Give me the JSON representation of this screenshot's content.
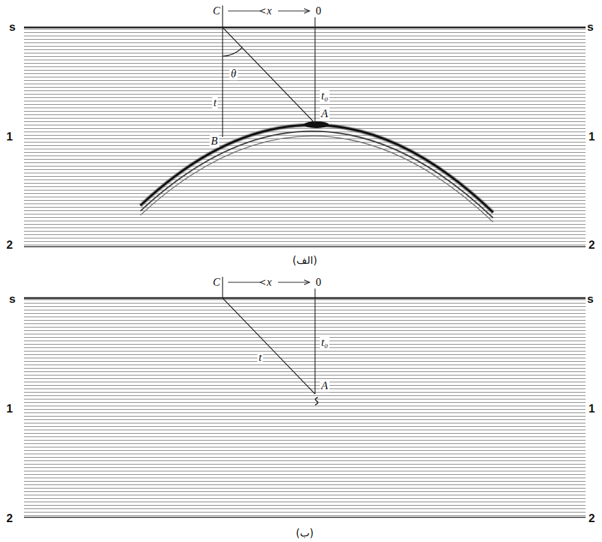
{
  "diagram": {
    "labels": [
      "s",
      "s",
      "C",
      "x",
      "0",
      "θ",
      "t",
      "t₀",
      "A",
      "1",
      "1",
      "B",
      "2",
      "2",
      "(الف)",
      "s",
      "s",
      "C",
      "x",
      "0",
      "t₀",
      "t",
      "A",
      "1",
      "1",
      "2",
      "2",
      "(ب)"
    ]
  }
}
